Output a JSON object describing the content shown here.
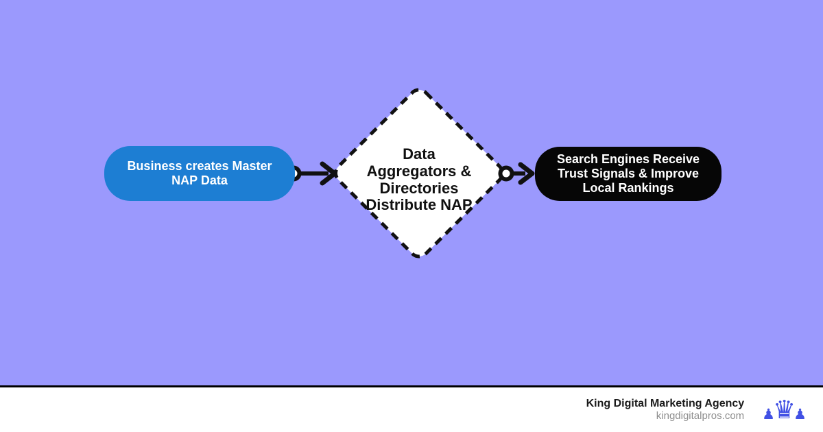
{
  "colors": {
    "background": "#9b99fd",
    "node1_bg": "#1d7ed3",
    "node1_text": "#ffffff",
    "diamond_bg": "#ffffff",
    "diamond_border": "#111111",
    "diamond_text": "#111111",
    "node3_bg": "#060606",
    "node3_text": "#ffffff",
    "connector": "#111111",
    "footer_bg": "#ffffff",
    "footer_border": "#000000",
    "brand_name_color": "#1a1a1a",
    "brand_domain_color": "#8e8e8e",
    "logo_color": "#4150e4"
  },
  "diagram": {
    "flow_direction": "left-to-right",
    "nodes": [
      {
        "id": "start",
        "shape": "rounded-rectangle",
        "fill": "#1d7ed3",
        "label": "Business creates Master\nNAP Data"
      },
      {
        "id": "process",
        "shape": "dashed-diamond",
        "fill": "#ffffff",
        "label": "Data\nAggregators &\nDirectories\nDistribute NAP"
      },
      {
        "id": "end",
        "shape": "rounded-rectangle",
        "fill": "#060606",
        "label": "Search Engines Receive\nTrust Signals & Improve\nLocal Rankings"
      }
    ],
    "connectors": [
      {
        "from": "start",
        "to": "process",
        "style": "circle-tail-arrow-head"
      },
      {
        "from": "process",
        "to": "end",
        "style": "circle-tail-arrow-head"
      }
    ]
  },
  "footer": {
    "brand_name": "King Digital Marketing Agency",
    "brand_domain": "kingdigitalpros.com",
    "logo": {
      "pawn_glyph": "♟",
      "queen_glyph": "♛"
    }
  }
}
